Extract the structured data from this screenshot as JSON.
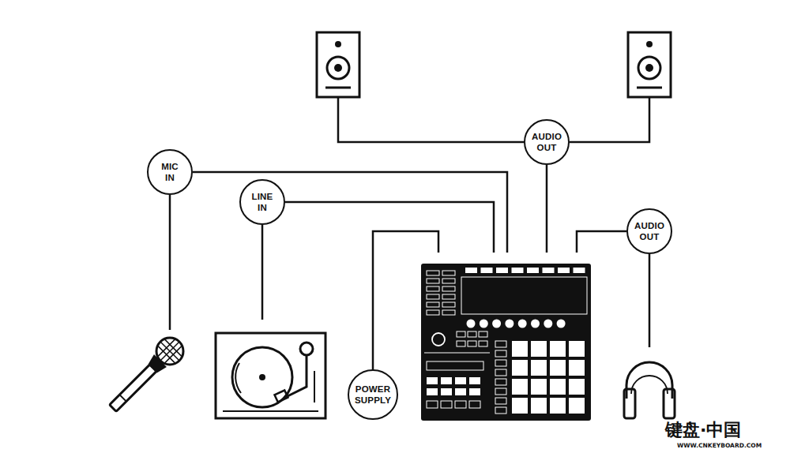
{
  "diagram": {
    "nodes": [
      {
        "text": [
          "AUDIO OUT"
        ]
      },
      {
        "text": [
          "MIC IN"
        ]
      },
      {
        "text": [
          "LINE IN"
        ]
      },
      {
        "text": [
          "AUDIO OUT"
        ]
      },
      {
        "text": [
          "POWER SUPPLY"
        ]
      }
    ],
    "labels": [
      "键盘·中国",
      "WWW.CNKEYBOARD.COM"
    ]
  }
}
